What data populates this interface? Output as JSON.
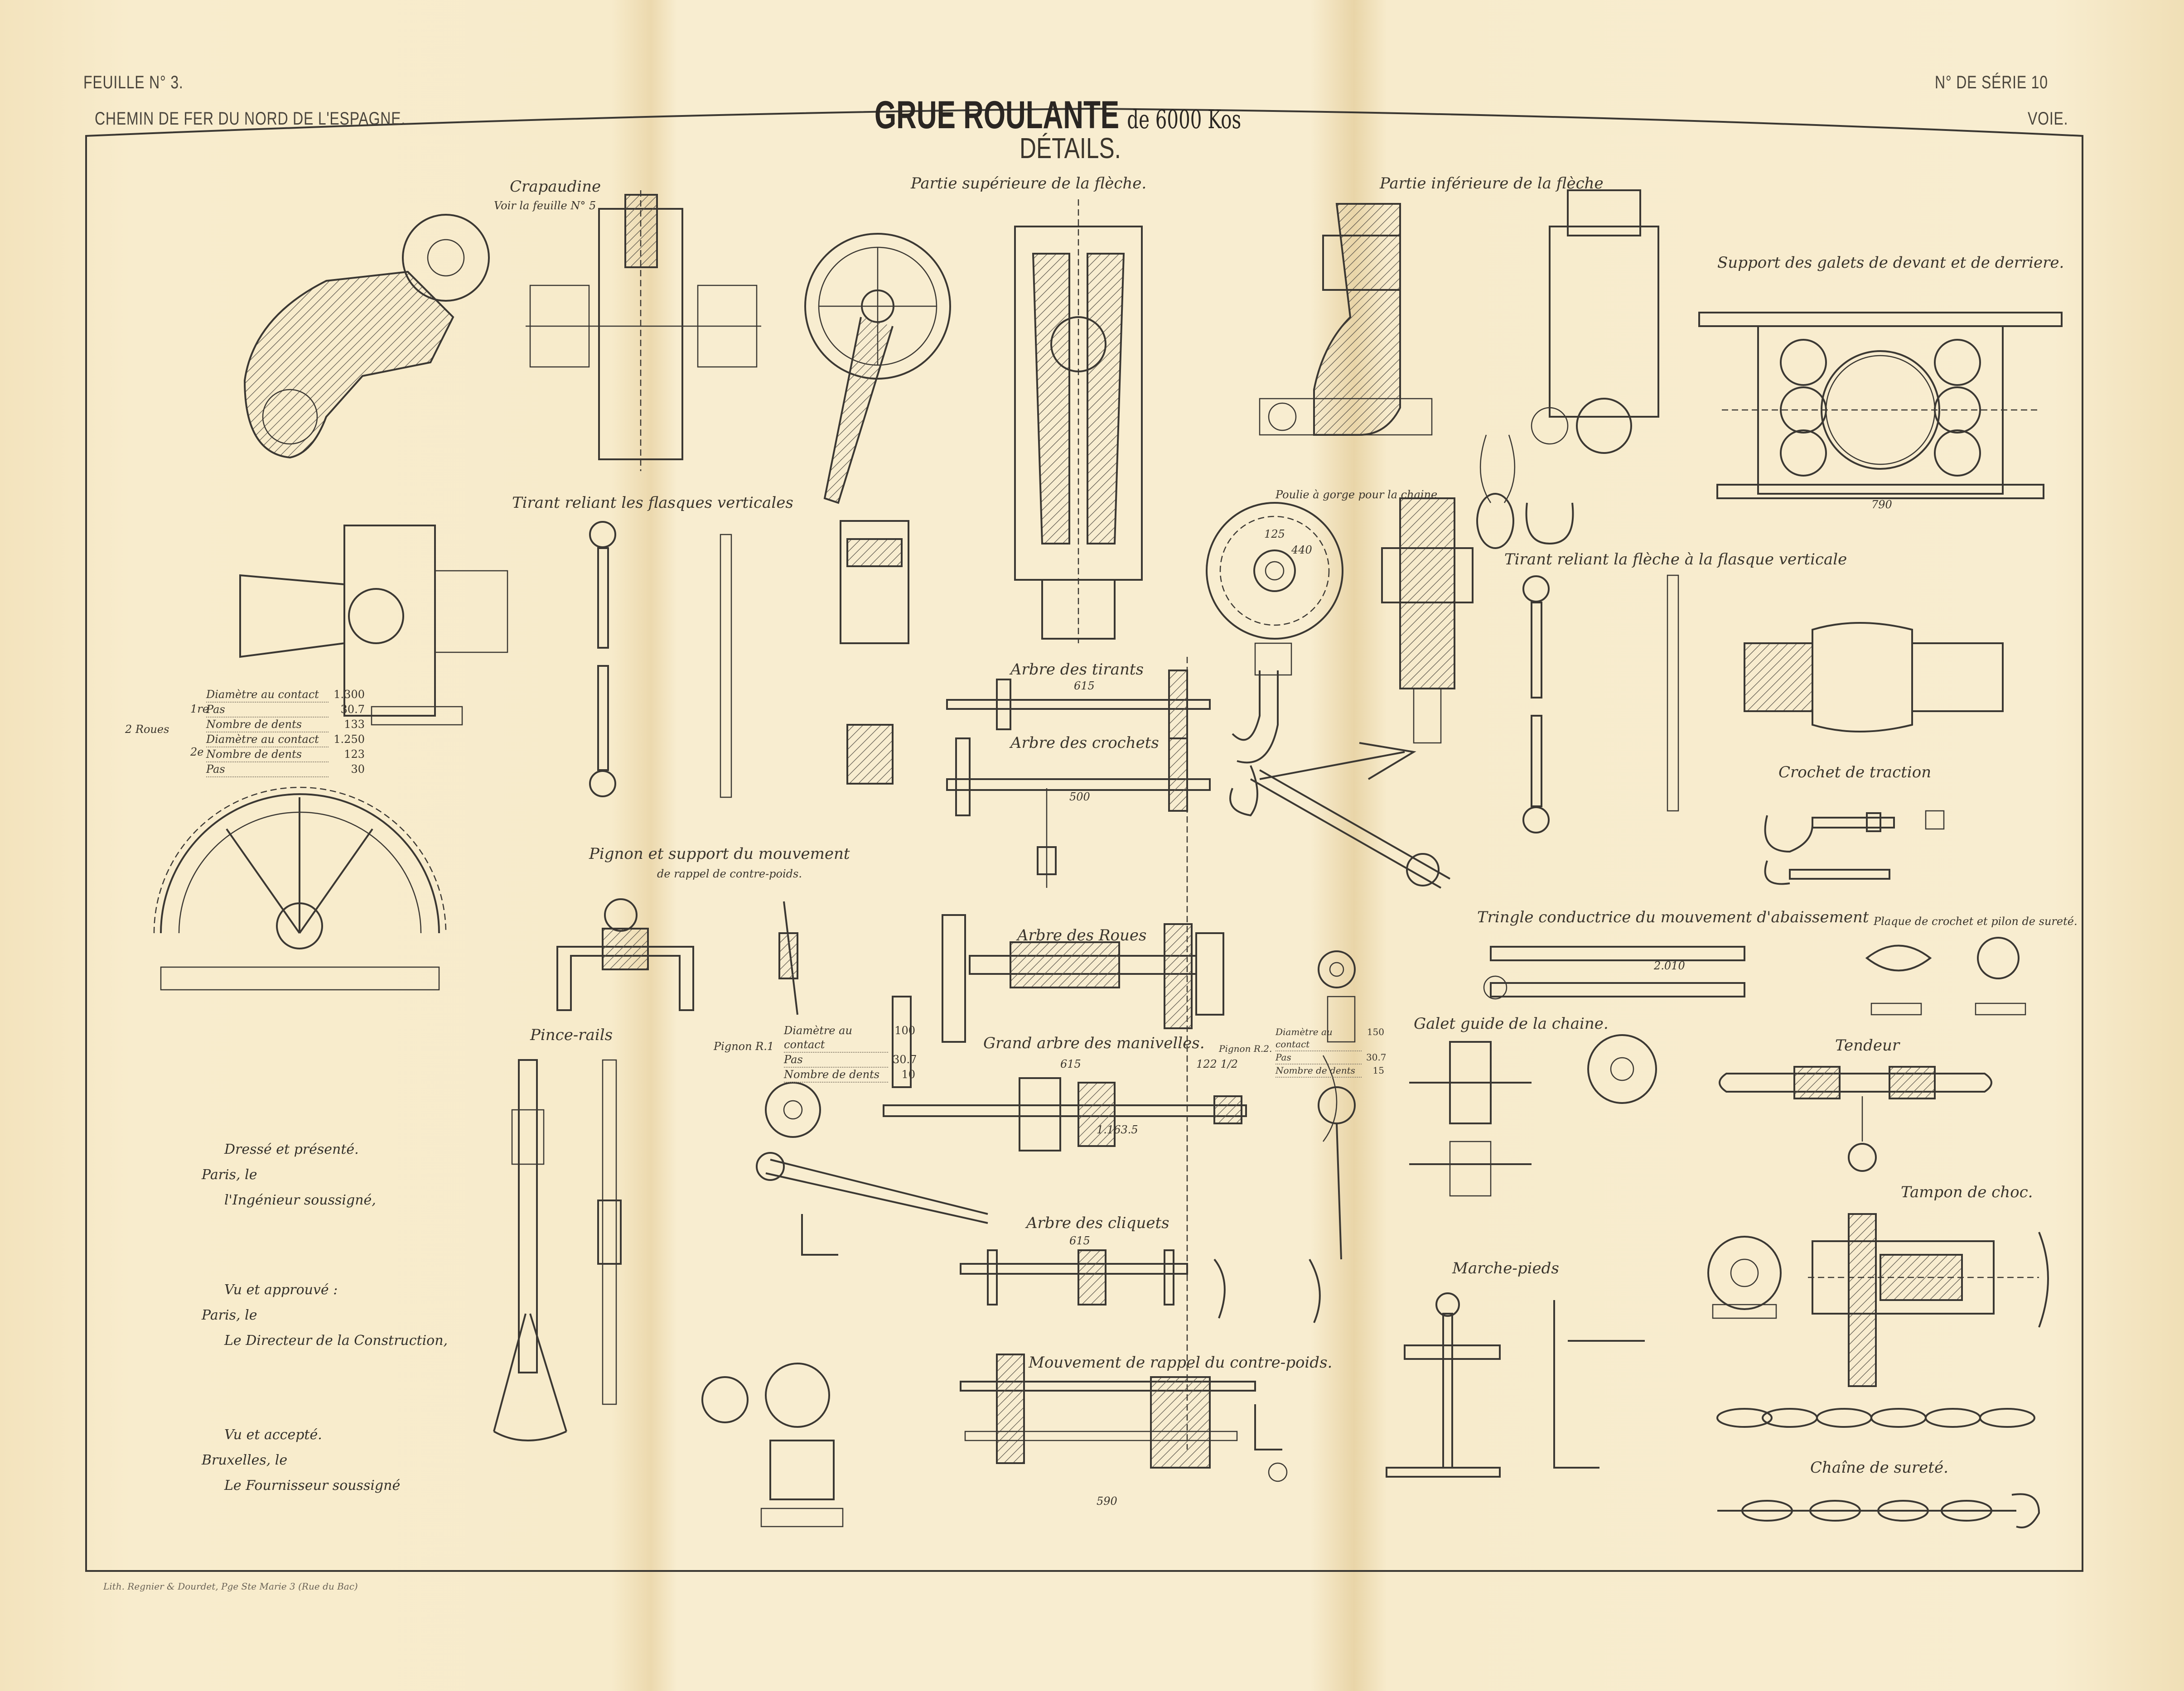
{
  "header": {
    "sheet": "FEUILLE N° 3.",
    "series": "N° DE SÉRIE 10",
    "company": "CHEMIN DE FER DU NORD DE L'ESPAGNE.",
    "section": "VOIE.",
    "title": "GRUE ROULANTE",
    "title_capacity": "de 6000 Kos",
    "subtitle": "DÉTAILS."
  },
  "captions": {
    "crapaudine": "Crapaudine",
    "crapaudine_ref": "Voir la feuille N° 5",
    "fleche_sup": "Partie supérieure de la flèche.",
    "fleche_inf": "Partie inférieure de la flèche",
    "support_galets": "Support des galets de devant et de derriere.",
    "tirant_flasques": "Tirant reliant les flasques verticales",
    "poulie": "Poulie à gorge pour la chaine",
    "tirant_fleche": "Tirant reliant la flèche à la flasque verticale",
    "arbre_tirants": "Arbre des tirants",
    "arbre_crochets": "Arbre des crochets",
    "crochet_traction": "Crochet de traction",
    "pignon_support": "Pignon et support du mouvement",
    "pignon_support_sub": "de rappel de contre-poids.",
    "tringle": "Tringle conductrice du mouvement d'abaissement",
    "plaque": "Plaque de crochet et pilon de sureté.",
    "arbre_roues": "Arbre des Roues",
    "pince_rails": "Pince-rails",
    "grand_arbre": "Grand arbre des manivelles.",
    "galet_guide": "Galet guide de la chaine.",
    "tendeur": "Tendeur",
    "tampon": "Tampon de choc.",
    "arbre_cliquets": "Arbre des cliquets",
    "marche_pieds": "Marche-pieds",
    "mouvement_rappel": "Mouvement de rappel du contre-poids.",
    "chaine_surete": "Chaîne de sureté."
  },
  "roues_table": {
    "label": "2 Roues",
    "first": "1re",
    "second": "2e",
    "rows": [
      {
        "k": "Diamètre au contact",
        "v": "1.300"
      },
      {
        "k": "Pas",
        "v": "30.7"
      },
      {
        "k": "Nombre de dents",
        "v": "133"
      },
      {
        "k": "Diamètre au contact",
        "v": "1.250"
      },
      {
        "k": "Nombre de dents",
        "v": "123"
      },
      {
        "k": "Pas",
        "v": "30"
      }
    ]
  },
  "pignon_r1": {
    "label": "Pignon R.1",
    "rows": [
      {
        "k": "Diamètre au contact",
        "v": "100"
      },
      {
        "k": "Pas",
        "v": "30.7"
      },
      {
        "k": "Nombre de dents",
        "v": "10"
      }
    ]
  },
  "pignon_r2": {
    "label": "Pignon R.2.",
    "rows": [
      {
        "k": "Diamètre au contact",
        "v": "150"
      },
      {
        "k": "Pas",
        "v": "30.7"
      },
      {
        "k": "Nombre de dents",
        "v": "15"
      }
    ]
  },
  "dimensions": {
    "arbre_tirants": "615",
    "arbre_crochets": "500",
    "grand_arbre": "615",
    "grand_arbre_end": "122 1/2",
    "grand_arbre_total": "1.163.5",
    "arbre_cliquets": "615",
    "support_galets": "790",
    "mouvement_rappel": "590",
    "tringle": "2.010",
    "poulie_dia": "440",
    "poulie_hub": "125"
  },
  "signatures": [
    [
      "Dressé et présenté.",
      "Paris, le",
      "l'Ingénieur soussigné,"
    ],
    [
      "Vu et approuvé :",
      "Paris, le",
      "Le Directeur de la Construction,"
    ],
    [
      "Vu et accepté.",
      "Bruxelles, le",
      "Le Fournisseur soussigné"
    ]
  ],
  "printer": "Lith. Regnier & Dourdet, Pge Ste Marie 3 (Rue du Bac)",
  "colors": {
    "paper": "#f8edd0",
    "ink": "#3b3833"
  }
}
